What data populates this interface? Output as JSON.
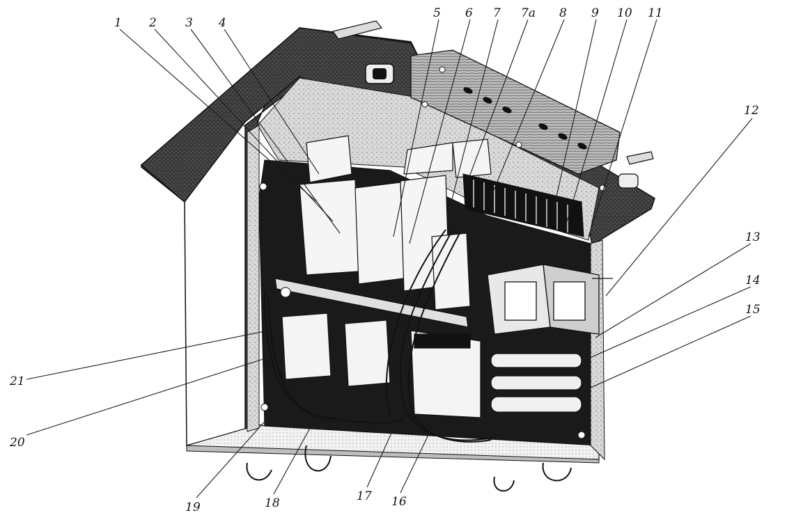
{
  "callouts": [
    {
      "id": "c1",
      "label": "1"
    },
    {
      "id": "c2",
      "label": "2"
    },
    {
      "id": "c3",
      "label": "3"
    },
    {
      "id": "c4",
      "label": "4"
    },
    {
      "id": "c5",
      "label": "5"
    },
    {
      "id": "c6",
      "label": "6"
    },
    {
      "id": "c7",
      "label": "7"
    },
    {
      "id": "c7a",
      "label": "7a"
    },
    {
      "id": "c8",
      "label": "8"
    },
    {
      "id": "c9",
      "label": "9"
    },
    {
      "id": "c10",
      "label": "10"
    },
    {
      "id": "c11",
      "label": "11"
    },
    {
      "id": "c12",
      "label": "12"
    },
    {
      "id": "c13",
      "label": "13"
    },
    {
      "id": "c14",
      "label": "14"
    },
    {
      "id": "c15",
      "label": "15"
    },
    {
      "id": "c16",
      "label": "16"
    },
    {
      "id": "c17",
      "label": "17"
    },
    {
      "id": "c18",
      "label": "18"
    },
    {
      "id": "c19",
      "label": "19"
    },
    {
      "id": "c20",
      "label": "20"
    },
    {
      "id": "c21",
      "label": "21"
    }
  ],
  "colors": {
    "ink": "#111111",
    "paper": "#ffffff",
    "shade": "#2b2b2b"
  }
}
